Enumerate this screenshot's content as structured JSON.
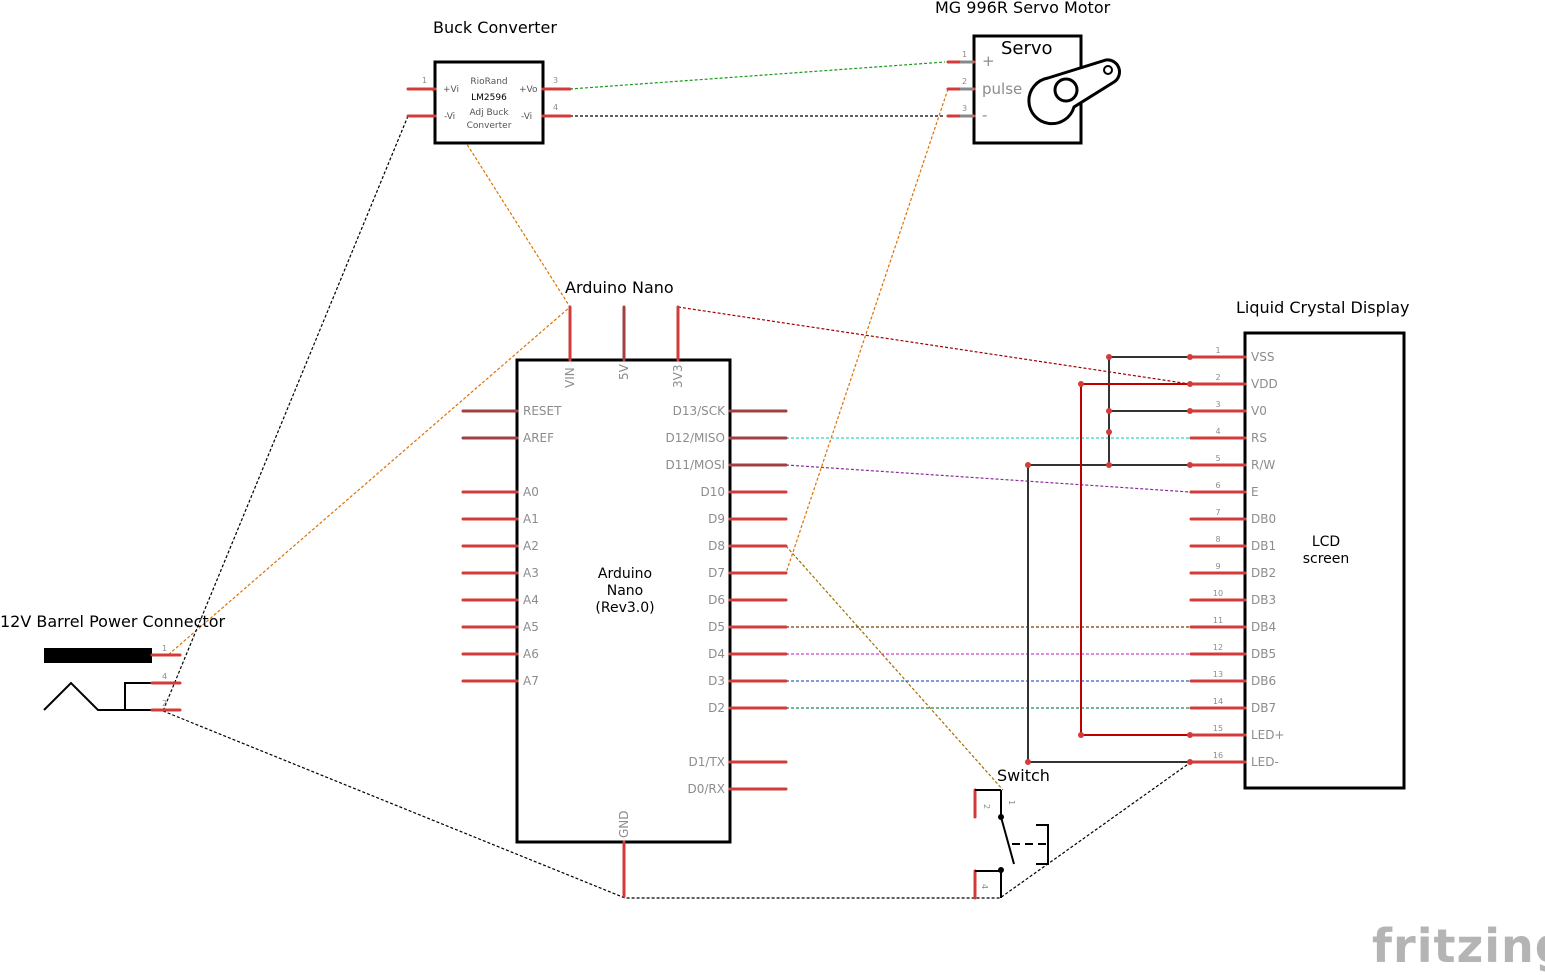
{
  "labels": {
    "buck": "Buck Converter",
    "servo_motor": "MG 996R Servo Motor",
    "arduino_title": "Arduino Nano",
    "lcd_title": "Liquid Crystal Display",
    "barrel_title": "12V Barrel Power Connector",
    "switch_title": "Switch",
    "watermark": "fritzing"
  },
  "buck": {
    "line1": "RioRand",
    "line2": "LM2596",
    "line3": "Adj Buck",
    "line4": "Converter",
    "pin_vi_plus": "+Vi",
    "pin_vi_minus": "-Vi",
    "pin_vo_plus": "+Vo",
    "pin_vo_minus": "-Vi",
    "n1": "1",
    "n3": "3",
    "n4": "4"
  },
  "servo": {
    "title": "Servo",
    "plus": "+",
    "pulse": "pulse",
    "minus": "-",
    "n1": "1",
    "n2": "2",
    "n3": "3"
  },
  "arduino": {
    "center1": "Arduino",
    "center2": "Nano",
    "center3": "(Rev3.0)",
    "top_pins": [
      "VIN",
      "5V",
      "3V3"
    ],
    "bottom_pin": "GND",
    "left_pins": [
      "RESET",
      "AREF",
      "A0",
      "A1",
      "A2",
      "A3",
      "A4",
      "A5",
      "A6",
      "A7"
    ],
    "right_pins": [
      "D13/SCK",
      "D12/MISO",
      "D11/MOSI",
      "D10",
      "D9",
      "D8",
      "D7",
      "D6",
      "D5",
      "D4",
      "D3",
      "D2",
      "D1/TX",
      "D0/RX"
    ]
  },
  "lcd": {
    "center1": "LCD",
    "center2": "screen",
    "pins": [
      "VSS",
      "VDD",
      "V0",
      "RS",
      "R/W",
      "E",
      "DB0",
      "DB1",
      "DB2",
      "DB3",
      "DB4",
      "DB5",
      "DB6",
      "DB7",
      "LED+",
      "LED-"
    ],
    "nums": [
      "1",
      "2",
      "3",
      "4",
      "5",
      "6",
      "7",
      "8",
      "9",
      "10",
      "11",
      "12",
      "13",
      "14",
      "15",
      "16"
    ]
  },
  "barrel": {
    "n1": "1",
    "n4": "4",
    "n2": "2"
  },
  "switch": {
    "n2": "2",
    "n1": "1",
    "n4": "4"
  },
  "colors": {
    "pin_red": "#d33b3b",
    "wire_green": "#1a9a1a",
    "wire_orange": "#e07000",
    "wire_darkred": "#a00000",
    "wire_cyan": "#2fd6c8",
    "wire_purple": "#8a2a9a",
    "wire_brown": "#7a3a00",
    "wire_magenta": "#d040d0",
    "wire_blue": "#3060c0",
    "wire_teal": "#1a8a5a",
    "wire_olive": "#a07000"
  }
}
